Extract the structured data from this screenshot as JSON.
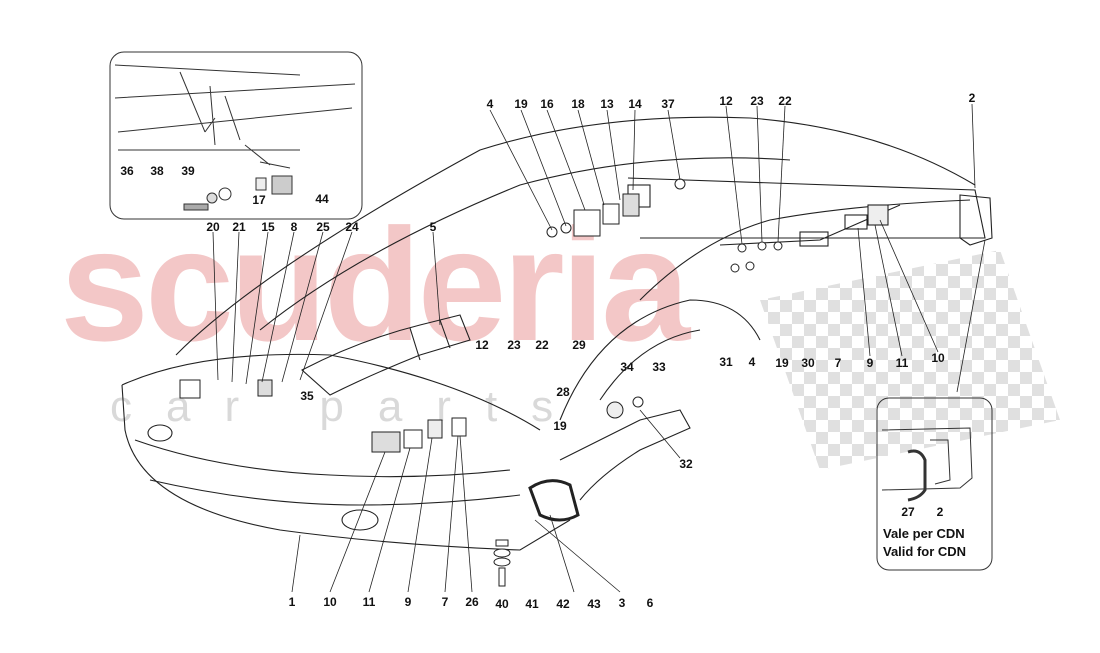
{
  "watermark": {
    "brand": "scuderia",
    "subtitle": "car parts"
  },
  "inset_note": {
    "line1": "Vale per CDN",
    "line2": "Valid for CDN"
  },
  "callouts": {
    "upper_inset": [
      "36",
      "38",
      "39",
      "17",
      "44"
    ],
    "rear_labels": [
      "4",
      "19",
      "16",
      "18",
      "13",
      "14",
      "37",
      "12",
      "23",
      "22",
      "2"
    ],
    "front_labels": [
      "20",
      "21",
      "15",
      "8",
      "25",
      "24",
      "5",
      "35",
      "12",
      "23",
      "22",
      "29",
      "28",
      "19"
    ],
    "wheel_labels": [
      "34",
      "33",
      "32"
    ],
    "right_labels": [
      "31",
      "4",
      "19",
      "30",
      "7",
      "9",
      "11",
      "10"
    ],
    "bottom_labels": [
      "1",
      "10",
      "11",
      "9",
      "7",
      "26",
      "40",
      "41",
      "42",
      "43",
      "3",
      "6"
    ],
    "cdn_inset": [
      "27",
      "2"
    ]
  }
}
